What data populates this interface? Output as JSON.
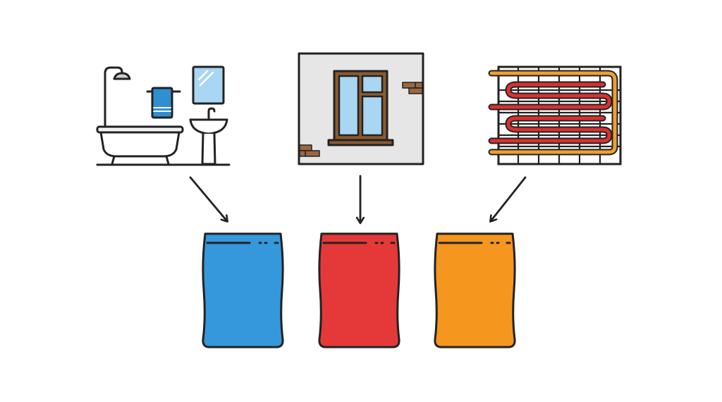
{
  "sources": [
    {
      "icon": "bathroom-icon",
      "target": "bag-blue"
    },
    {
      "icon": "masonry-wall-window-icon",
      "target": "bag-red"
    },
    {
      "icon": "underfloor-heating-icon",
      "target": "bag-orange"
    }
  ],
  "bags": [
    {
      "icon": "mortar-bag-icon",
      "color": "#3598dc"
    },
    {
      "icon": "mortar-bag-icon",
      "color": "#e53939"
    },
    {
      "icon": "mortar-bag-icon",
      "color": "#f5961f"
    }
  ],
  "colors": {
    "outline": "#222222",
    "wall": "#e6e6e6",
    "glass": "#a9d6f2",
    "wood": "#8a5a2e",
    "brick": "#9a6740",
    "towel": "#2f8fd0",
    "pipe_red": "#d8322f",
    "pipe_orange": "#f0a030"
  }
}
